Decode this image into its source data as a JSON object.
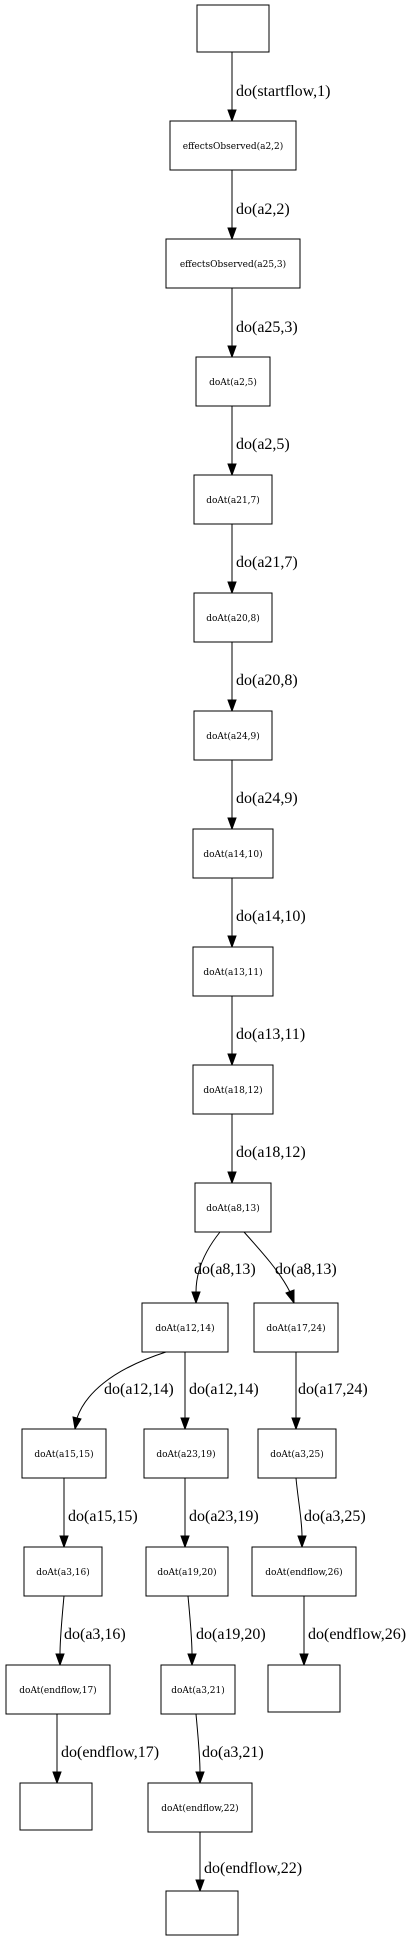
{
  "nodes": {
    "start": "",
    "n1": "effectsObserved(a2,2)",
    "n2": "effectsObserved(a25,3)",
    "n3": "doAt(a2,5)",
    "n4": "doAt(a21,7)",
    "n5": "doAt(a20,8)",
    "n6": "doAt(a24,9)",
    "n7": "doAt(a14,10)",
    "n8": "doAt(a13,11)",
    "n9": "doAt(a18,12)",
    "n10": "doAt(a8,13)",
    "n11": "doAt(a12,14)",
    "n12": "doAt(a17,24)",
    "n13": "doAt(a15,15)",
    "n14": "doAt(a23,19)",
    "n15": "doAt(a3,25)",
    "n16": "doAt(a3,16)",
    "n17": "doAt(a19,20)",
    "n18": "doAt(endflow,26)",
    "n19": "doAt(endflow,17)",
    "n20": "doAt(a3,21)",
    "end1": "",
    "end2": "",
    "n21": "doAt(endflow,22)",
    "end3": ""
  },
  "edges": {
    "e1": "do(startflow,1)",
    "e2": "do(a2,2)",
    "e3": "do(a25,3)",
    "e4": "do(a2,5)",
    "e5": "do(a21,7)",
    "e6": "do(a20,8)",
    "e7": "do(a24,9)",
    "e8": "do(a14,10)",
    "e9": "do(a13,11)",
    "e10": "do(a18,12)",
    "e11": "do(a8,13)",
    "e12": "do(a8,13)",
    "e13": "do(a12,14)",
    "e14": "do(a12,14)",
    "e15": "do(a17,24)",
    "e16": "do(a15,15)",
    "e17": "do(a23,19)",
    "e18": "do(a3,25)",
    "e19": "do(a3,16)",
    "e20": "do(a19,20)",
    "e21": "do(endflow,26)",
    "e22": "do(endflow,17)",
    "e23": "do(a3,21)",
    "e24": "do(endflow,22)"
  }
}
